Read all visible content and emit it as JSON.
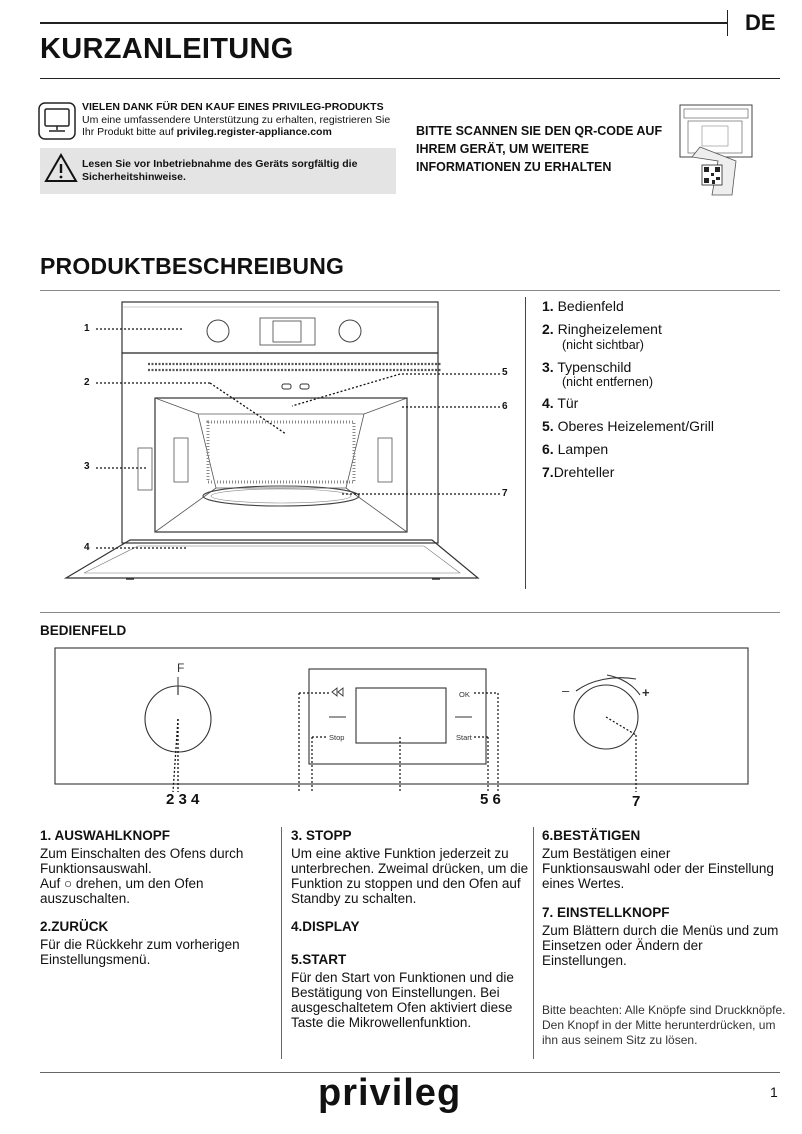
{
  "header": {
    "language": "DE",
    "title": "KURZANLEITUNG"
  },
  "intro": {
    "thanks_bold": "VIELEN DANK FÜR DEN KAUF EINES PRIVILEG-PRODUKTS",
    "thanks_rest": " Um eine umfassendere Unterstützung zu erhalten, registrieren Sie Ihr Produkt bitte auf ",
    "thanks_url": "privileg.register-appliance.com",
    "warning": "Lesen Sie vor Inbetriebnahme des Geräts sorgfältig die Sicherheitshinweise.",
    "qr_text": "BITTE SCANNEN SIE DEN QR-CODE AUF IHREM GERÄT, UM WEITERE INFORMATIONEN ZU ERHALTEN"
  },
  "product": {
    "title": "PRODUKTBESCHREIBUNG",
    "callouts": [
      "1",
      "2",
      "3",
      "4",
      "5",
      "6",
      "7"
    ],
    "legend": [
      {
        "num": "1.",
        "label": "Bedienfeld",
        "sub": ""
      },
      {
        "num": "2.",
        "label": "Ringheizelement",
        "sub": "(nicht sichtbar)"
      },
      {
        "num": "3.",
        "label": "Typenschild",
        "sub": "(nicht entfernen)"
      },
      {
        "num": "4.",
        "label": "Tür",
        "sub": ""
      },
      {
        "num": "5.",
        "label": "Oberes Heizelement/Grill",
        "sub": ""
      },
      {
        "num": "6.",
        "label": "Lampen",
        "sub": ""
      },
      {
        "num": "7.",
        "label": "Drehteller",
        "sub": ""
      }
    ]
  },
  "panel": {
    "title": "BEDIENFELD",
    "knob_mark": "F",
    "stop_label": "Stop",
    "start_label": "Start",
    "ok_label": "OK",
    "minus": "–",
    "plus": "+",
    "numbers": {
      "left": "2 3 4",
      "middle": "5 6",
      "right": "7"
    }
  },
  "descriptions": {
    "c1": {
      "title": "1. AUSWAHLKNOPF",
      "text1": "Zum Einschalten des Ofens durch Funktionsauswahl.",
      "text2": "Auf ○ drehen, um den Ofen auszuschalten."
    },
    "c2": {
      "title": "2.ZURÜCK",
      "text": "Für die Rückkehr zum vorherigen Einstellungsmenü."
    },
    "c3": {
      "title": "3. STOPP",
      "text": "Um eine aktive Funktion jederzeit zu unterbrechen. Zweimal drücken, um die Funktion zu stoppen und den Ofen auf Standby zu schalten."
    },
    "c4": {
      "title": "4.DISPLAY"
    },
    "c5": {
      "title": "5.START",
      "text": "Für den Start von Funktionen und die Bestätigung von Einstellungen. Bei ausgeschaltetem Ofen aktiviert diese Taste die Mikrowellenfunktion."
    },
    "c6": {
      "title": "6.BESTÄTIGEN",
      "text": "Zum Bestätigen einer Funktionsauswahl oder der Einstellung eines Wertes."
    },
    "c7": {
      "title": "7. EINSTELLKNOPF",
      "text": "Zum Blättern durch die Menüs und zum Einsetzen oder Ändern der Einstellungen."
    },
    "note": "Bitte beachten: Alle Knöpfe sind Druckknöpfe. Den Knopf in der Mitte herunterdrücken, um ihn aus seinem Sitz zu lösen."
  },
  "footer": {
    "brand": "privileg",
    "page": "1"
  }
}
